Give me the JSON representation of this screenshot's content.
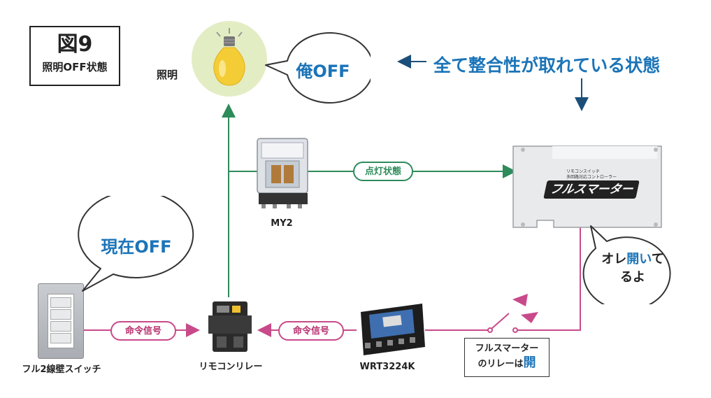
{
  "figure": {
    "number": "図9",
    "caption": "照明OFF状態"
  },
  "light": {
    "label": "照明",
    "speech": "俺OFF"
  },
  "status_message": "全て整合性が取れている状態",
  "relay_my2": {
    "label": "MY2"
  },
  "signal_lit": {
    "label": "点灯状態"
  },
  "controller": {
    "small_text_1": "リモコンスイッチ",
    "small_text_2": "多回路対応コントローラー",
    "logo_text": "フルスマーター"
  },
  "controller_speech": {
    "line1_a": "オレ",
    "line1_b": "開い",
    "line1_c": "て",
    "line2": "るよ"
  },
  "switch": {
    "label": "フル2線壁スイッチ",
    "speech": "現在OFF"
  },
  "command_signal_1": {
    "label": "命令信号"
  },
  "remote_relay": {
    "label": "リモコンリレー"
  },
  "command_signal_2": {
    "label": "命令信号"
  },
  "wrt": {
    "label": "WRT3224K"
  },
  "relay_note": {
    "line1": "フルスマーター",
    "line2_a": "のリレーは",
    "line2_b": "開"
  },
  "colors": {
    "green": "#2e8b5a",
    "magenta": "#c84a8a",
    "blue": "#1b74b8"
  }
}
